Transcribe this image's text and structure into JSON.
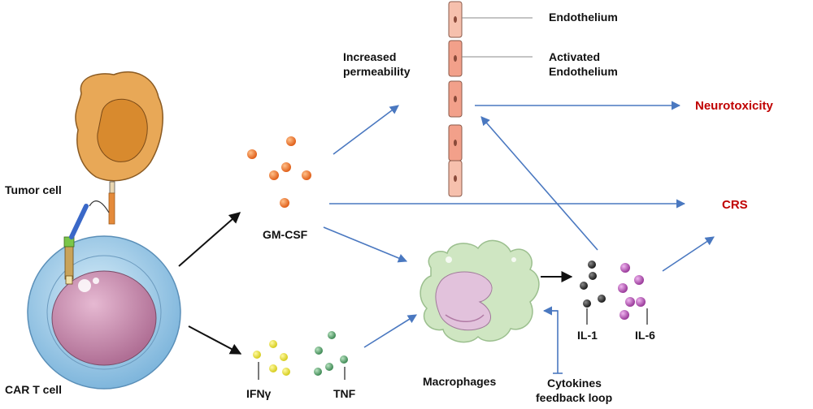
{
  "labels": {
    "tumor_cell": "Tumor cell",
    "car_t_cell": "CAR T cell",
    "increased_permeability_1": "Increased",
    "increased_permeability_2": "permeability",
    "endothelium": "Endothelium",
    "activated_endothelium_1": "Activated",
    "activated_endothelium_2": "Endothelium",
    "gm_csf": "GM-CSF",
    "ifn_gamma": "IFNγ",
    "tnf": "TNF",
    "macrophages": "Macrophages",
    "il1": "IL-1",
    "il6": "IL-6",
    "cytokines_feedback_1": "Cytokines",
    "cytokines_feedback_2": "feedback loop",
    "neurotoxicity": "Neurotoxicity",
    "crs": "CRS"
  },
  "colors": {
    "arrow_blue": "#4a78c0",
    "arrow_black": "#111111",
    "outcome_red": "#c00000",
    "gm_csf": "#f07a22",
    "ifn_gamma": "#e9e33a",
    "tnf": "#5aa06b",
    "il1": "#2b2b2b",
    "il6": "#b04fb0",
    "tumor_cell": "#e8a857",
    "car_t_outer": "#a9d0ea",
    "car_t_nucleus": "#c98fb0",
    "macrophage": "#cfe6c2",
    "vessel": "#f2a08a"
  },
  "icons": {
    "tumor_cell": "tumor-cell-icon",
    "car_t_cell": "car-t-cell-icon",
    "macrophage": "macrophage-icon",
    "vessel": "blood-vessel-icon"
  }
}
